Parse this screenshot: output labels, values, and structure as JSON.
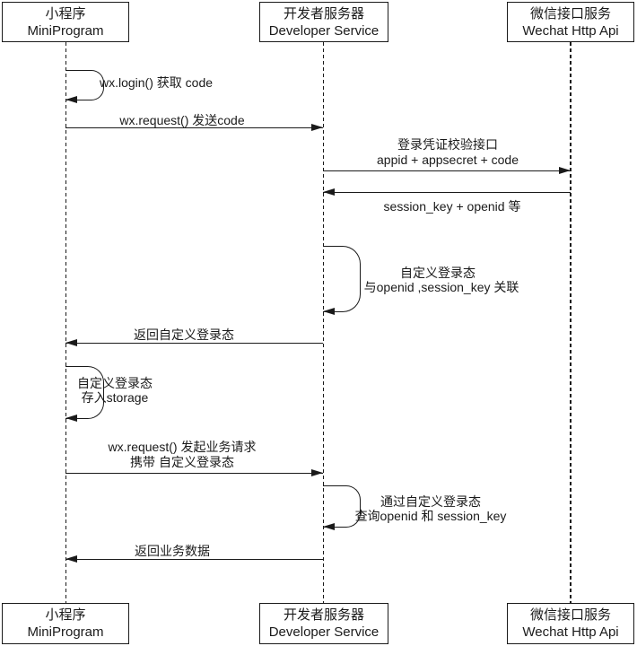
{
  "diagram": {
    "type": "sequence",
    "colors": {
      "line": "#1a1a1a",
      "text": "#1a1a1a",
      "background": "#ffffff",
      "box_fill": "#ffffff"
    },
    "actors": [
      {
        "id": "miniprogram",
        "lines": [
          "小程序",
          "MiniProgram"
        ]
      },
      {
        "id": "developer-service",
        "lines": [
          "开发者服务器",
          "Developer Service"
        ]
      },
      {
        "id": "wechat-api",
        "lines": [
          "微信接口服务",
          "Wechat Http Api"
        ]
      }
    ],
    "messages": [
      {
        "from": "miniprogram",
        "to": "miniprogram",
        "kind": "self",
        "lines": [
          "wx.login() 获取 code"
        ]
      },
      {
        "from": "miniprogram",
        "to": "developer-service",
        "kind": "arrow",
        "lines": [
          "wx.request() 发送code"
        ]
      },
      {
        "from": "developer-service",
        "to": "wechat-api",
        "kind": "arrow",
        "lines": [
          "登录凭证校验接口",
          "appid + appsecret + code"
        ]
      },
      {
        "from": "wechat-api",
        "to": "developer-service",
        "kind": "arrow",
        "label_position": "below",
        "lines": [
          "session_key + openid 等"
        ]
      },
      {
        "from": "developer-service",
        "to": "developer-service",
        "kind": "self",
        "lines": [
          "自定义登录态",
          "与openid ,session_key 关联"
        ]
      },
      {
        "from": "developer-service",
        "to": "miniprogram",
        "kind": "arrow",
        "lines": [
          "返回自定义登录态"
        ]
      },
      {
        "from": "miniprogram",
        "to": "miniprogram",
        "kind": "self",
        "lines": [
          "自定义登录态",
          "存入storage"
        ]
      },
      {
        "from": "miniprogram",
        "to": "developer-service",
        "kind": "arrow",
        "lines": [
          "wx.request() 发起业务请求",
          "携带 自定义登录态"
        ]
      },
      {
        "from": "developer-service",
        "to": "developer-service",
        "kind": "self",
        "lines": [
          "通过自定义登录态",
          "查询openid 和 session_key"
        ]
      },
      {
        "from": "developer-service",
        "to": "miniprogram",
        "kind": "arrow",
        "lines": [
          "返回业务数据"
        ]
      }
    ]
  }
}
